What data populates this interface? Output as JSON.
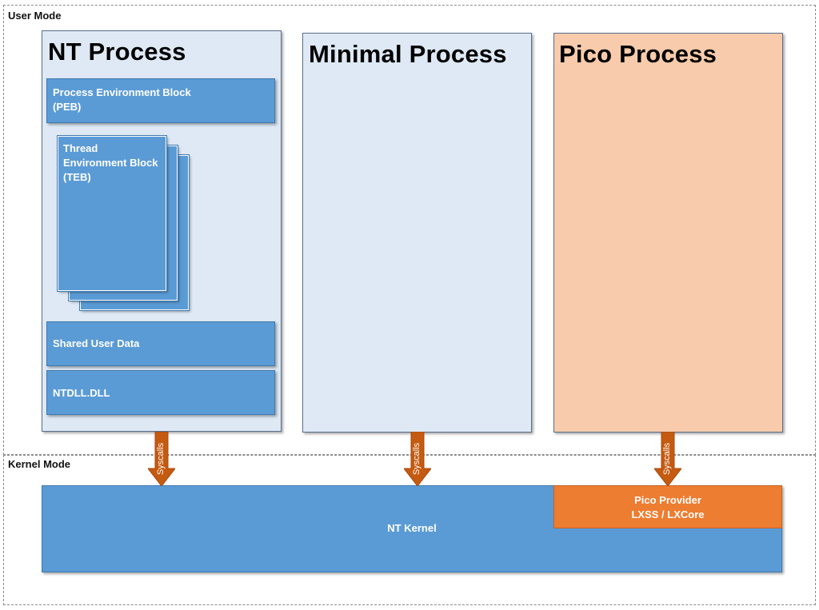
{
  "regions": {
    "user_mode": "User Mode",
    "kernel_mode": "Kernel Mode"
  },
  "nt_process": {
    "title": "NT Process",
    "peb": [
      "Process Environment Block",
      "(PEB)"
    ],
    "teb": [
      "Thread",
      "Environment Block",
      "(TEB)"
    ],
    "shared_user_data": "Shared User Data",
    "ntdll": "NTDLL.DLL"
  },
  "minimal_process": {
    "title": "Minimal Process"
  },
  "pico_process": {
    "title": "Pico Process"
  },
  "syscalls_label": "Syscalls",
  "kernel": {
    "nt_kernel": "NT Kernel",
    "pico_provider": [
      "Pico Provider",
      "LXSS / LXCore"
    ]
  },
  "colors": {
    "block_blue": "#5b9bd5",
    "process_light": "#dee9f5",
    "pico_process_fill": "#f7cbab",
    "pico_provider_fill": "#ed7d31",
    "syscall_arrow": "#c55a11"
  }
}
